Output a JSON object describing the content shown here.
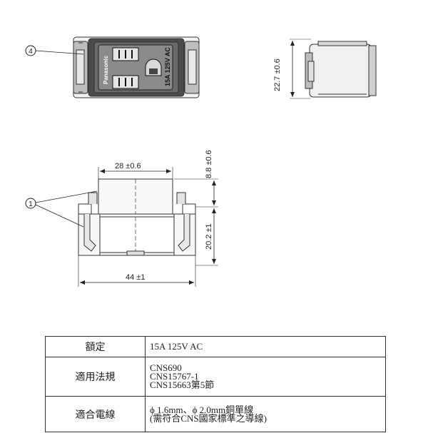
{
  "drawing": {
    "callout_top": "4",
    "callout_bottom": "1",
    "brand_mark": "Panasonic",
    "rating_mark": "15A 125V AC",
    "dim_side_height": "22.7 ±0.6",
    "dim_inner_width": "28 ±0.6",
    "dim_top_offset": "8.8 ±0.6",
    "dim_body_height": "20.2 ±1",
    "dim_overall_width": "44 ±1"
  },
  "specs": [
    {
      "label": "額定",
      "lines": [
        "15A  125V  AC"
      ]
    },
    {
      "label": "適用法規",
      "lines": [
        "CNS690",
        "CNS15767-1",
        "CNS15663第5節"
      ]
    },
    {
      "label": "適合電線",
      "lines": [
        "ϕ 1.6mm、ϕ 2.0mm銅單線",
        "(需符合CNS國家標準之導線)"
      ]
    }
  ]
}
